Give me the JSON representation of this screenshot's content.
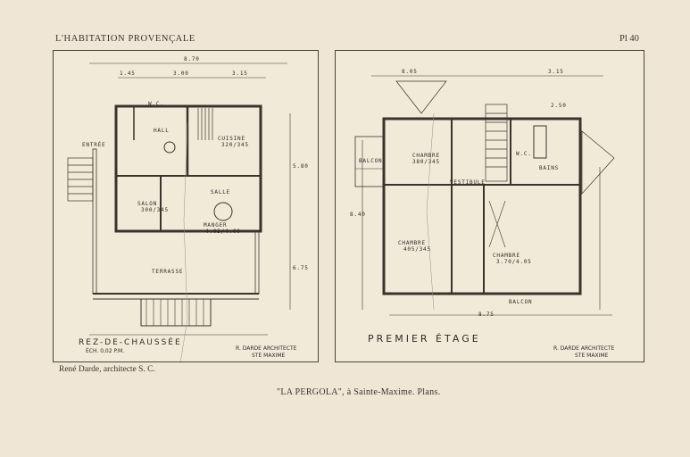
{
  "header": {
    "title": "L'HABITATION PROVENÇALE",
    "plate_number": "Pl 40"
  },
  "ground_floor": {
    "title": "REZ-DE-CHAUSSÉE",
    "scale_note": "ÉCH. 0,02 P.M.",
    "architect_note": "R. DARDE ARCHITECTE",
    "location_note": "STE MAXIME",
    "dimensions": [
      "8.70",
      "1.45",
      "3.00",
      "3.15",
      "5.80",
      "6.75"
    ],
    "rooms": [
      {
        "name": "W.C."
      },
      {
        "name": "HALL"
      },
      {
        "name": "ENTRÉE"
      },
      {
        "name": "CUISINE",
        "size": "320/345"
      },
      {
        "name": "SALLE"
      },
      {
        "name": "SALON",
        "size": "300/345"
      },
      {
        "name": "MANGER",
        "size": "4.05/4.00"
      },
      {
        "name": "TERRASSE"
      }
    ]
  },
  "first_floor": {
    "title": "PREMIER ÉTAGE",
    "architect_note": "R. DARDE ARCHITECTE",
    "location_note": "STE MAXIME",
    "dimensions": [
      "8.05",
      "3.15",
      "8.75",
      "2.50",
      "8.40"
    ],
    "rooms": [
      {
        "name": "BALCON"
      },
      {
        "name": "CHAMBRE",
        "size": "380/345"
      },
      {
        "name": "W.C."
      },
      {
        "name": "BAINS"
      },
      {
        "name": "VESTIBULE"
      },
      {
        "name": "CHAMBRE",
        "size": "405/345"
      },
      {
        "name": "CHAMBRE",
        "size": "3.70/4.05"
      },
      {
        "name": "BALCON"
      }
    ]
  },
  "credit": "René Darde, architecte S. C.",
  "caption": "\"LA PERGOLA\", à Sainte-Maxime. Plans."
}
